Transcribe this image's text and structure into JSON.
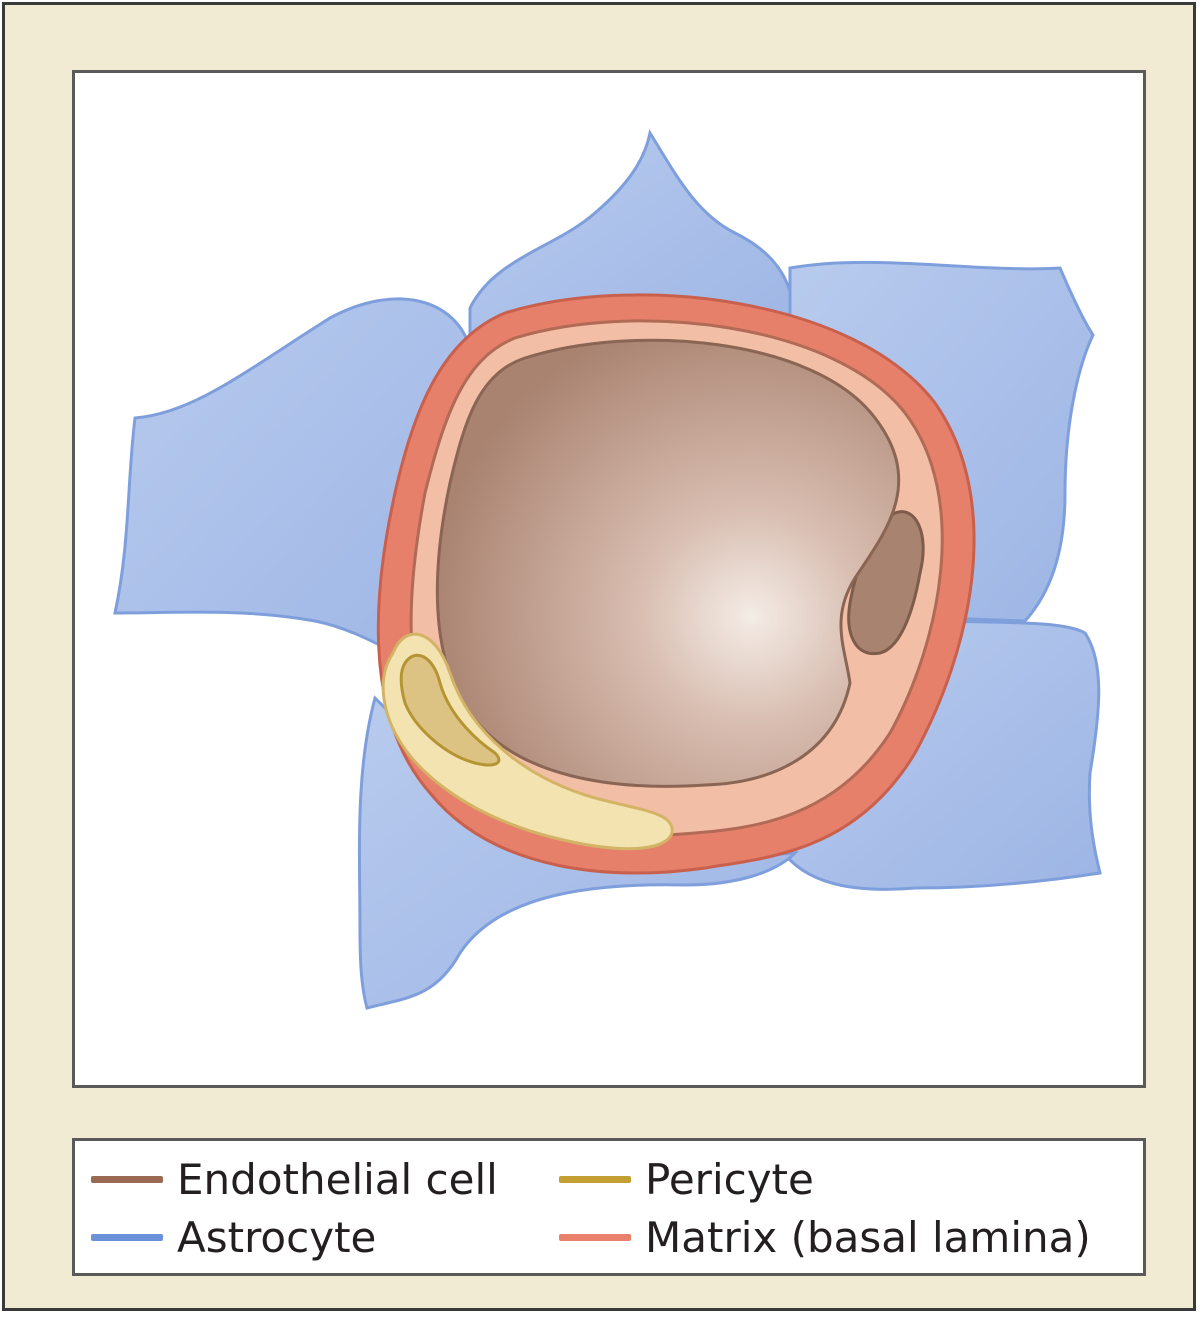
{
  "legend": {
    "endothelial": {
      "label": "Endothelial cell",
      "color": "#9a6b52"
    },
    "pericyte": {
      "label": "Pericyte",
      "color": "#c4a032"
    },
    "astrocyte": {
      "label": "Astrocyte",
      "color": "#6b91d8"
    },
    "matrix": {
      "label": "Matrix (basal lamina)",
      "color": "#e8806c"
    }
  },
  "colors": {
    "frame_background": "#f1ebd3",
    "astrocyte_fill": "#a7bde8",
    "matrix_fill": "#e6806a",
    "endothelial_fill": "#f2bfa6",
    "lumen_fill": "#c9a795",
    "pericyte_fill": "#f3e3b0",
    "pericyte_nucleus_fill": "#dcc383"
  }
}
